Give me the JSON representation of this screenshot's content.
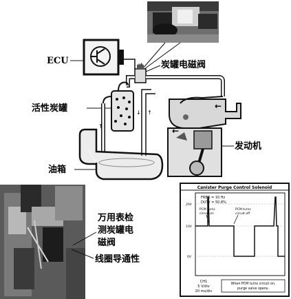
{
  "diagram": {
    "labels": {
      "ecu": "ECU",
      "purge_solenoid": "炭罐电磁阀",
      "charcoal_canister": "活性炭罐",
      "engine": "发动机",
      "fuel_tank": "油箱",
      "test_caption_line1": "万用表检",
      "test_caption_line2": "测炭罐电",
      "test_caption_line3": "磁阀",
      "coil_continuity": "线圈导通性"
    }
  },
  "scope": {
    "title": "Canister Purge Control Solenoid",
    "freq": "FREQ = 10 Hz",
    "duty": "DUTY = 50.8%",
    "pcm_on": [
      "PCM turns",
      "circuit on"
    ],
    "pcm_off": [
      "PCM turns",
      "circuit off"
    ],
    "y_labels": {
      "top": "20V",
      "mid": "10V",
      "zero": "0V"
    },
    "channel": [
      "CH1",
      "5 V/div",
      "20 ms/div"
    ],
    "note": [
      "When PCM turns circuit on,",
      "purge valve opens."
    ]
  },
  "colors": {
    "ink": "#111111",
    "photo_dark": "#2a2a2a",
    "photo_light": "#9a9a9a"
  }
}
